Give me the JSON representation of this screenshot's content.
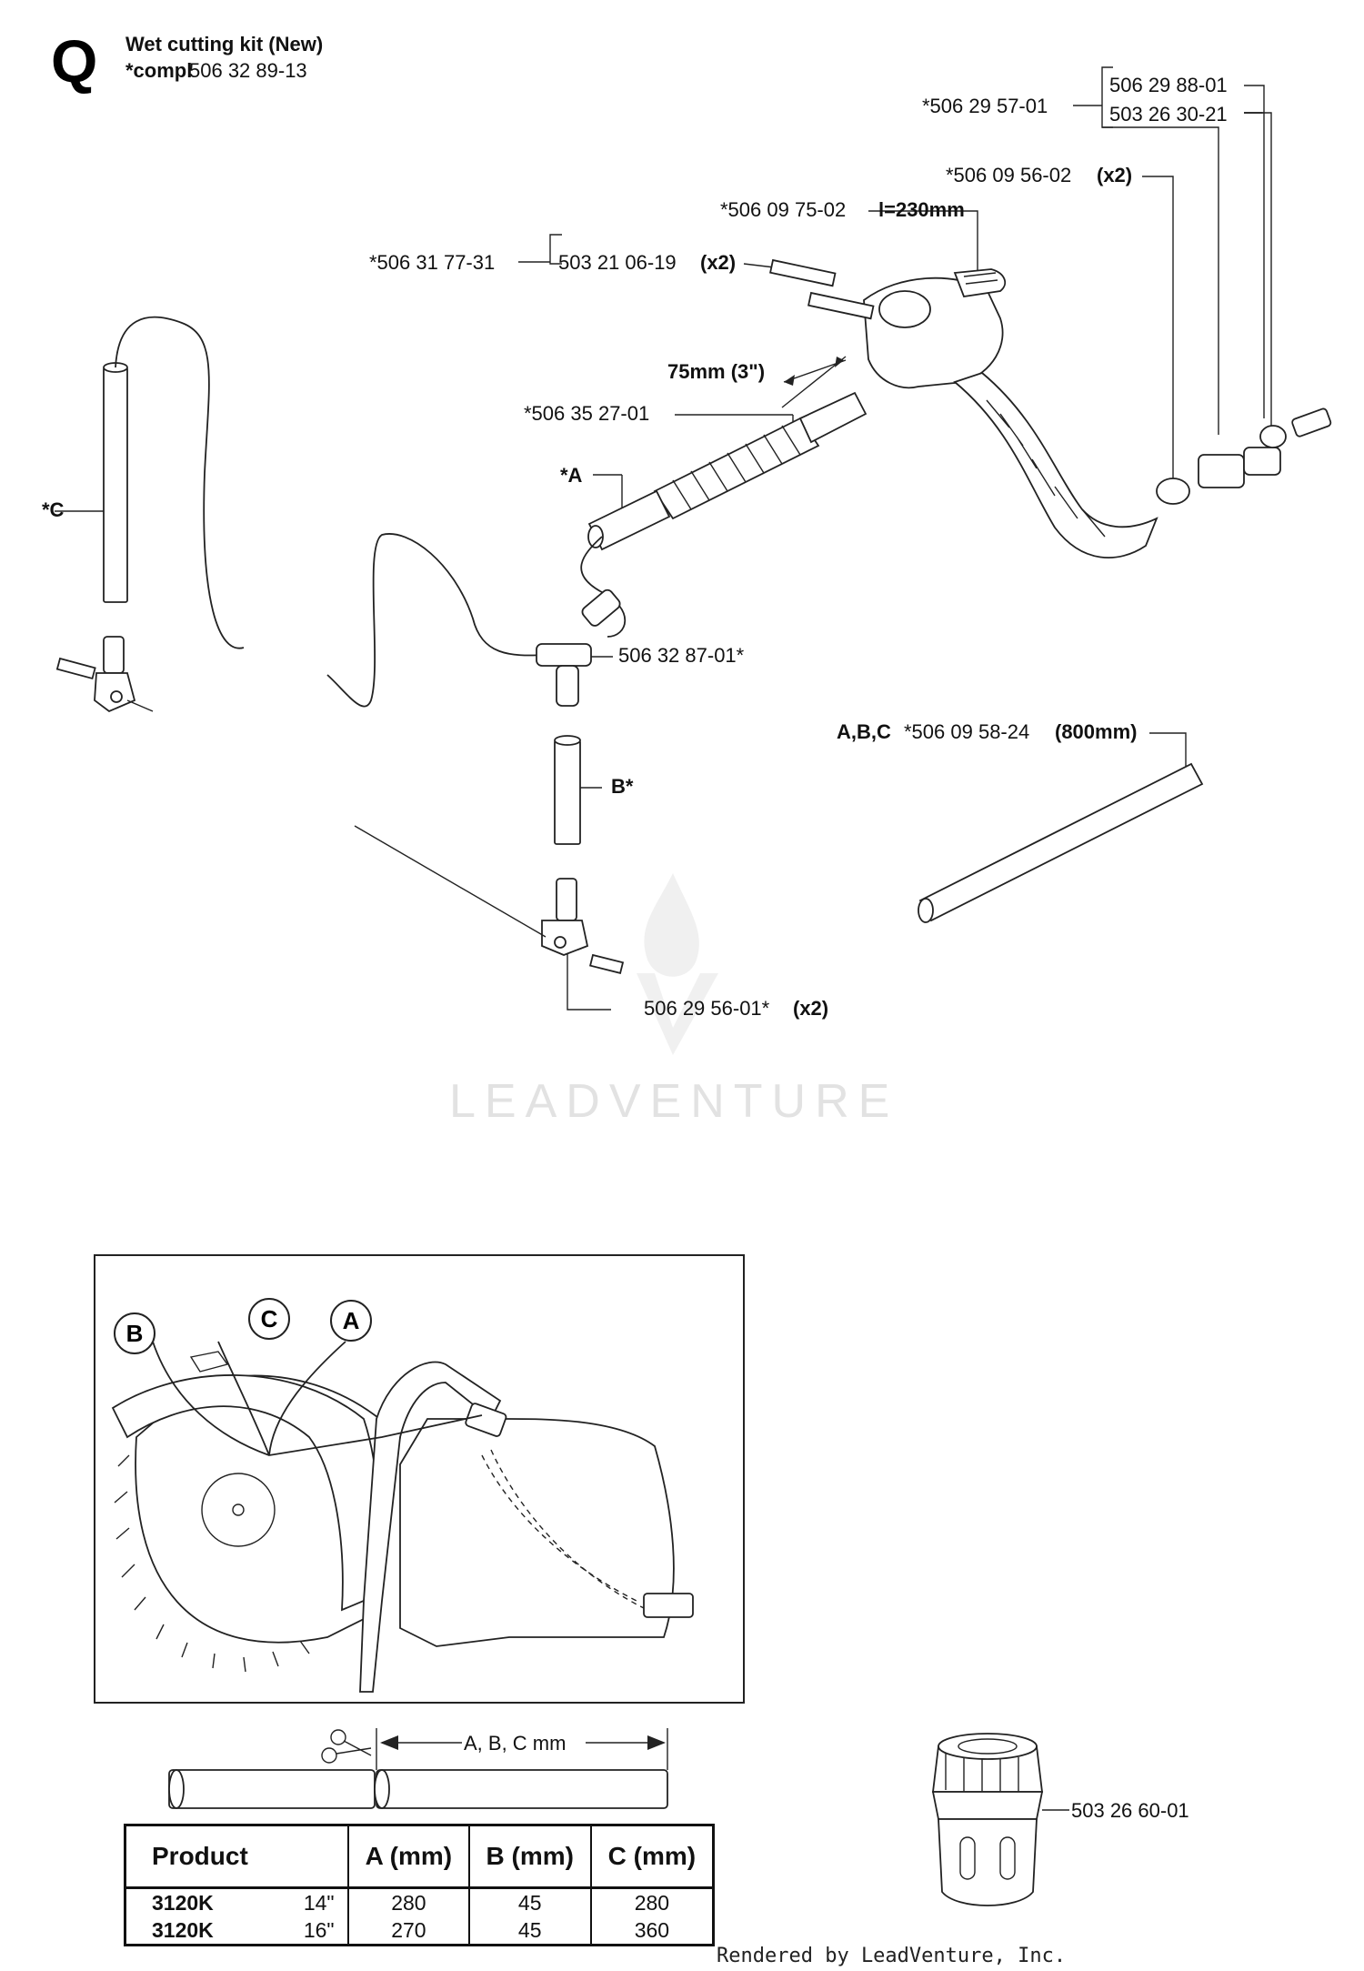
{
  "header": {
    "letter": "Q",
    "title": "Wet cutting kit (New)",
    "compl_prefix": "*compl",
    "compl_number": "506 32 89-13"
  },
  "parts": {
    "p_5062957": "*506 29 57-01",
    "p_5062988": "506 29 88-01",
    "p_5032630": "503 26 30-21",
    "p_5060956": "*506 09 56-02",
    "p_5060956_qty": "(x2)",
    "p_5060975": "*506 09 75-02",
    "p_5060975_len": "l=230mm",
    "p_5063177": "*506 31 77-31",
    "p_5032106": "503 21 06-19",
    "p_5032106_qty": "(x2)",
    "dim_75": "75mm (3\")",
    "p_5063527": "*506 35 27-01",
    "label_a": "*A",
    "label_c": "*C",
    "p_5063287": "506 32 87-01*",
    "label_b": "B*",
    "abc_prefix": "A,B,C",
    "p_5060958": "*506 09 58-24",
    "p_5060958_len": "(800mm)",
    "p_5062956": "506 29 56-01*",
    "p_5062956_qty": "(x2)",
    "p_5032660": "503 26 60-01"
  },
  "callouts": {
    "b": "B",
    "c": "C",
    "a": "A"
  },
  "cut_dim_label": "A, B, C mm",
  "watermark": "LEADVENTURE",
  "table": {
    "headers": [
      "Product",
      "A (mm)",
      "B (mm)",
      "C (mm)"
    ],
    "rows": [
      {
        "product": "3120K",
        "size": "14\"",
        "a": "280",
        "b": "45",
        "c": "280"
      },
      {
        "product": "3120K",
        "size": "16\"",
        "a": "270",
        "b": "45",
        "c": "360"
      }
    ]
  },
  "footer": "Rendered by LeadVenture, Inc."
}
